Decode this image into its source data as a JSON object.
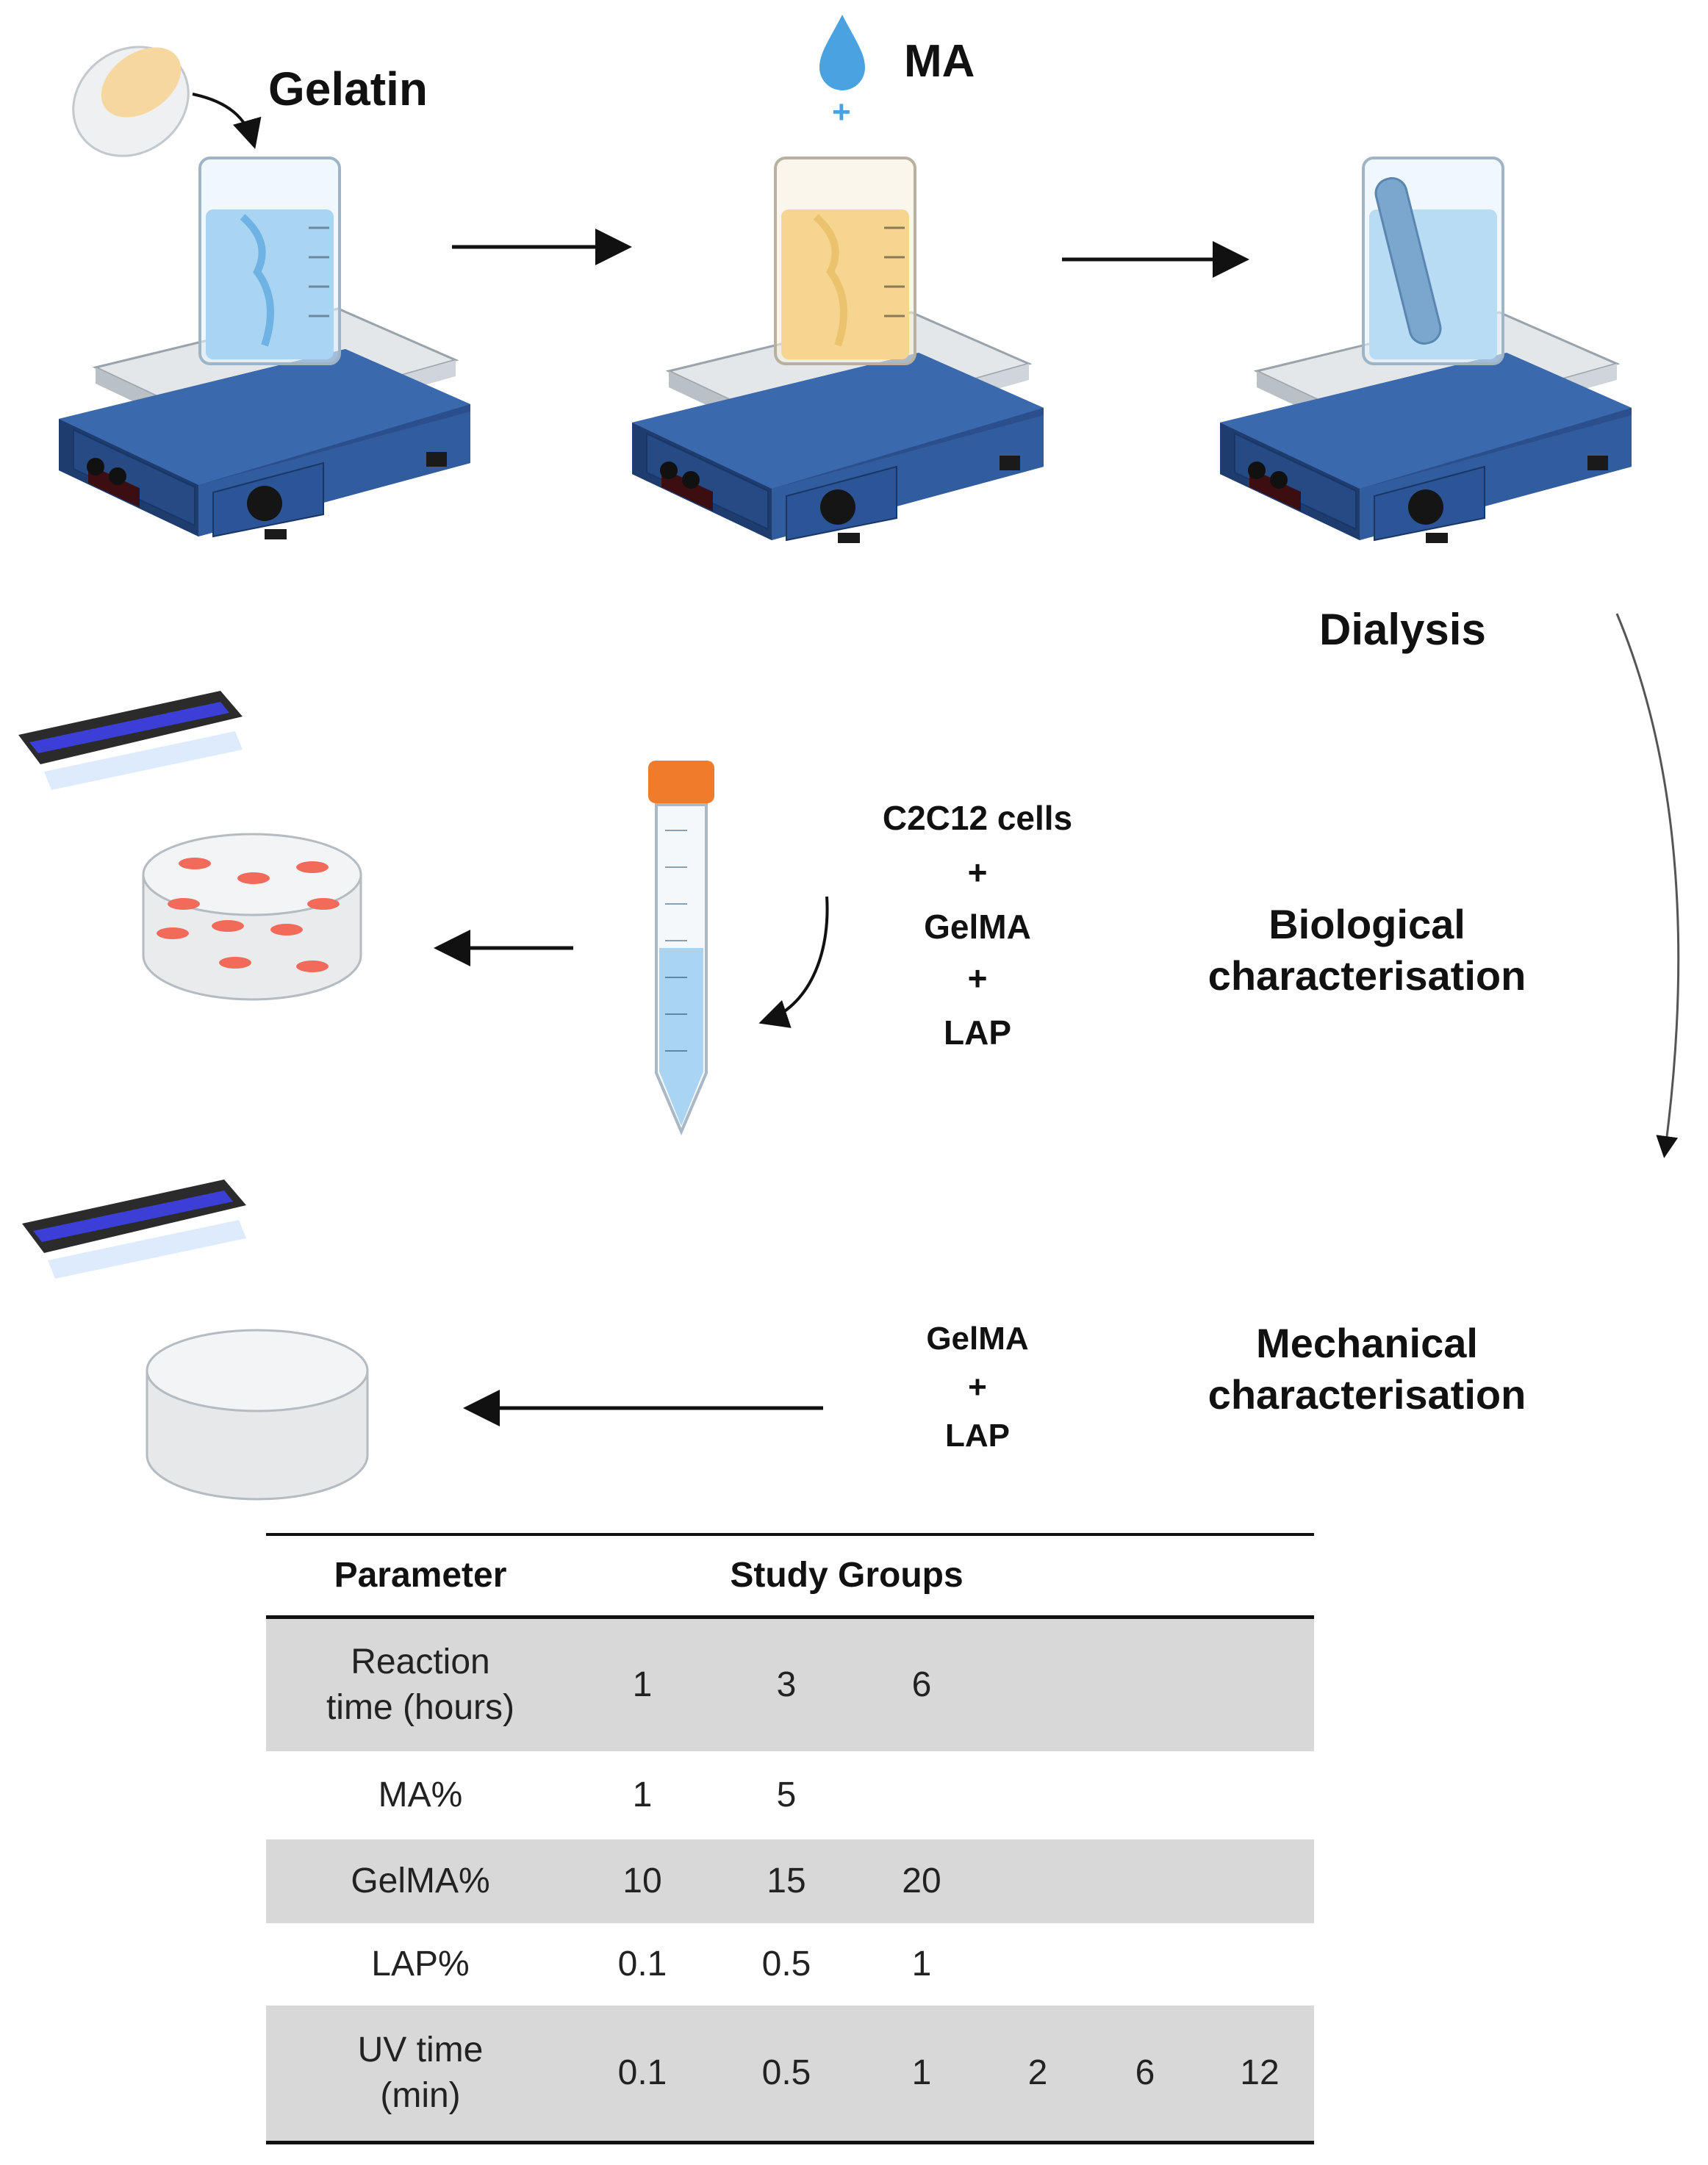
{
  "labels": {
    "gelatin": "Gelatin",
    "ma": "MA",
    "ma_plus": "+",
    "dialysis": "Dialysis",
    "biological": [
      "Biological",
      "characterisation"
    ],
    "mechanical": [
      "Mechanical",
      "characterisation"
    ],
    "bio_mix": [
      "C2C12 cells",
      "+",
      "GelMA",
      "+",
      "LAP"
    ],
    "mech_mix": [
      "GelMA",
      "+",
      "LAP"
    ]
  },
  "table": {
    "headers": [
      "Parameter",
      "Study Groups"
    ],
    "rows": [
      {
        "parameter": [
          "Reaction",
          "time (hours)"
        ],
        "values": [
          "1",
          "3",
          "6"
        ]
      },
      {
        "parameter": [
          "MA%"
        ],
        "values": [
          "1",
          "5"
        ]
      },
      {
        "parameter": [
          "GelMA%"
        ],
        "values": [
          "10",
          "15",
          "20"
        ]
      },
      {
        "parameter": [
          "LAP%"
        ],
        "values": [
          "0.1",
          "0.5",
          "1"
        ]
      },
      {
        "parameter": [
          "UV time",
          "(min)"
        ],
        "values": [
          "0.1",
          "0.5",
          "1",
          "2",
          "6",
          "12"
        ]
      }
    ]
  },
  "colors": {
    "stirrer_body": "#2a4f8c",
    "stirrer_plate": "#e3e7ea",
    "water_blue": "#a9d4f2",
    "gelatin_yellow": "#f6d590",
    "drop_blue": "#4aa3e0",
    "tube_cap": "#f07b2a",
    "uv_light": "#3b3fd6",
    "cell_red": "#f26a5a",
    "table_shade": "#d8d8d8"
  },
  "icons": [
    "gelatin-bowl-icon",
    "water-drop-icon",
    "magnetic-stirrer-icon",
    "beaker-icon",
    "dialysis-bag-icon",
    "uv-lamp-icon",
    "falcon-tube-icon",
    "hydrogel-disc-icon",
    "arrow-icon"
  ]
}
